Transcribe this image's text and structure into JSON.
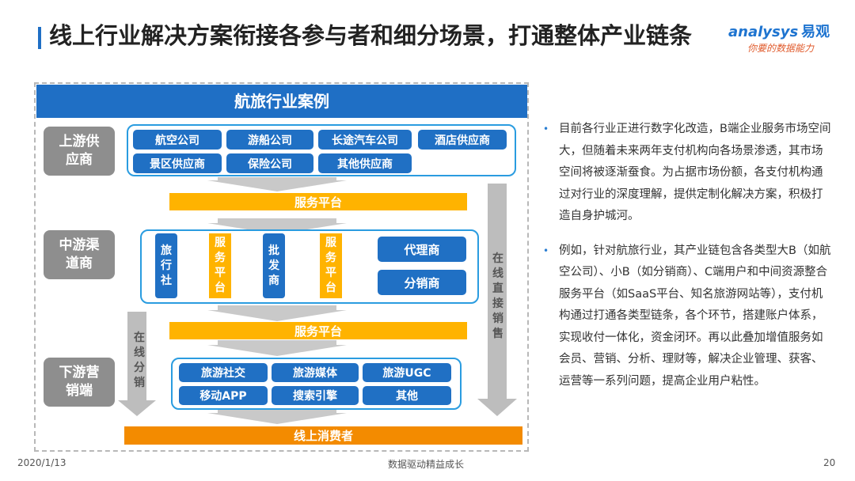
{
  "header": {
    "title": "线上行业解决方案衔接各参与者和细分场景，打通整体产业链条",
    "logo_text": "analysys",
    "logo_cn": "易观",
    "logo_tagline": "你要的数据能力"
  },
  "diagram": {
    "case_title": "航旅行业案例",
    "upstream": {
      "label": "上游供应商",
      "items": [
        "航空公司",
        "游船公司",
        "长途汽车公司",
        "酒店供应商",
        "景区供应商",
        "保险公司",
        "其他供应商"
      ]
    },
    "service_platform_top": "服务平台",
    "midstream": {
      "label": "中游渠道商",
      "travel_agency": "旅行社",
      "service_platform_1": "服务平台",
      "wholesaler": "批发商",
      "service_platform_2": "服务平台",
      "agent": "代理商",
      "distributor": "分销商"
    },
    "service_platform_bottom": "服务平台",
    "online_distribution": "在线分销",
    "online_direct_sales": "在线直接销售",
    "downstream": {
      "label": "下游营销端",
      "items": [
        "旅游社交",
        "旅游媒体",
        "旅游UGC",
        "移动APP",
        "搜索引擎",
        "其他"
      ]
    },
    "consumers": "线上消费者",
    "colors": {
      "primary_blue": "#1f6fc5",
      "pill_blue": "#2070c4",
      "orange": "#ffb300",
      "deep_orange": "#f38b00",
      "gray_role": "#8e8e8e"
    }
  },
  "bullets": [
    "目前各行业正进行数字化改造，B端企业服务市场空间大，但随着未来两年支付机构向各场景渗透，其市场空间将被逐渐蚕食。为占据市场份额，各支付机构通过对行业的深度理解，提供定制化解决方案，积极打造自身护城河。",
    "例如，针对航旅行业，其产业链包含各类型大B（如航空公司）、小B（如分销商）、C端用户和中间资源整合服务平台（如SaaS平台、知名旅游网站等），支付机构通过打通各类型链条，各个环节，搭建账户体系，实现收付一体化，资金闭环。再以此叠加增值服务如会员、营销、分析、理财等，解决企业管理、获客、运营等一系列问题，提高企业用户粘性。"
  ],
  "footer": {
    "date": "2020/1/13",
    "slogan": "数据驱动精益成长",
    "page": "20"
  }
}
